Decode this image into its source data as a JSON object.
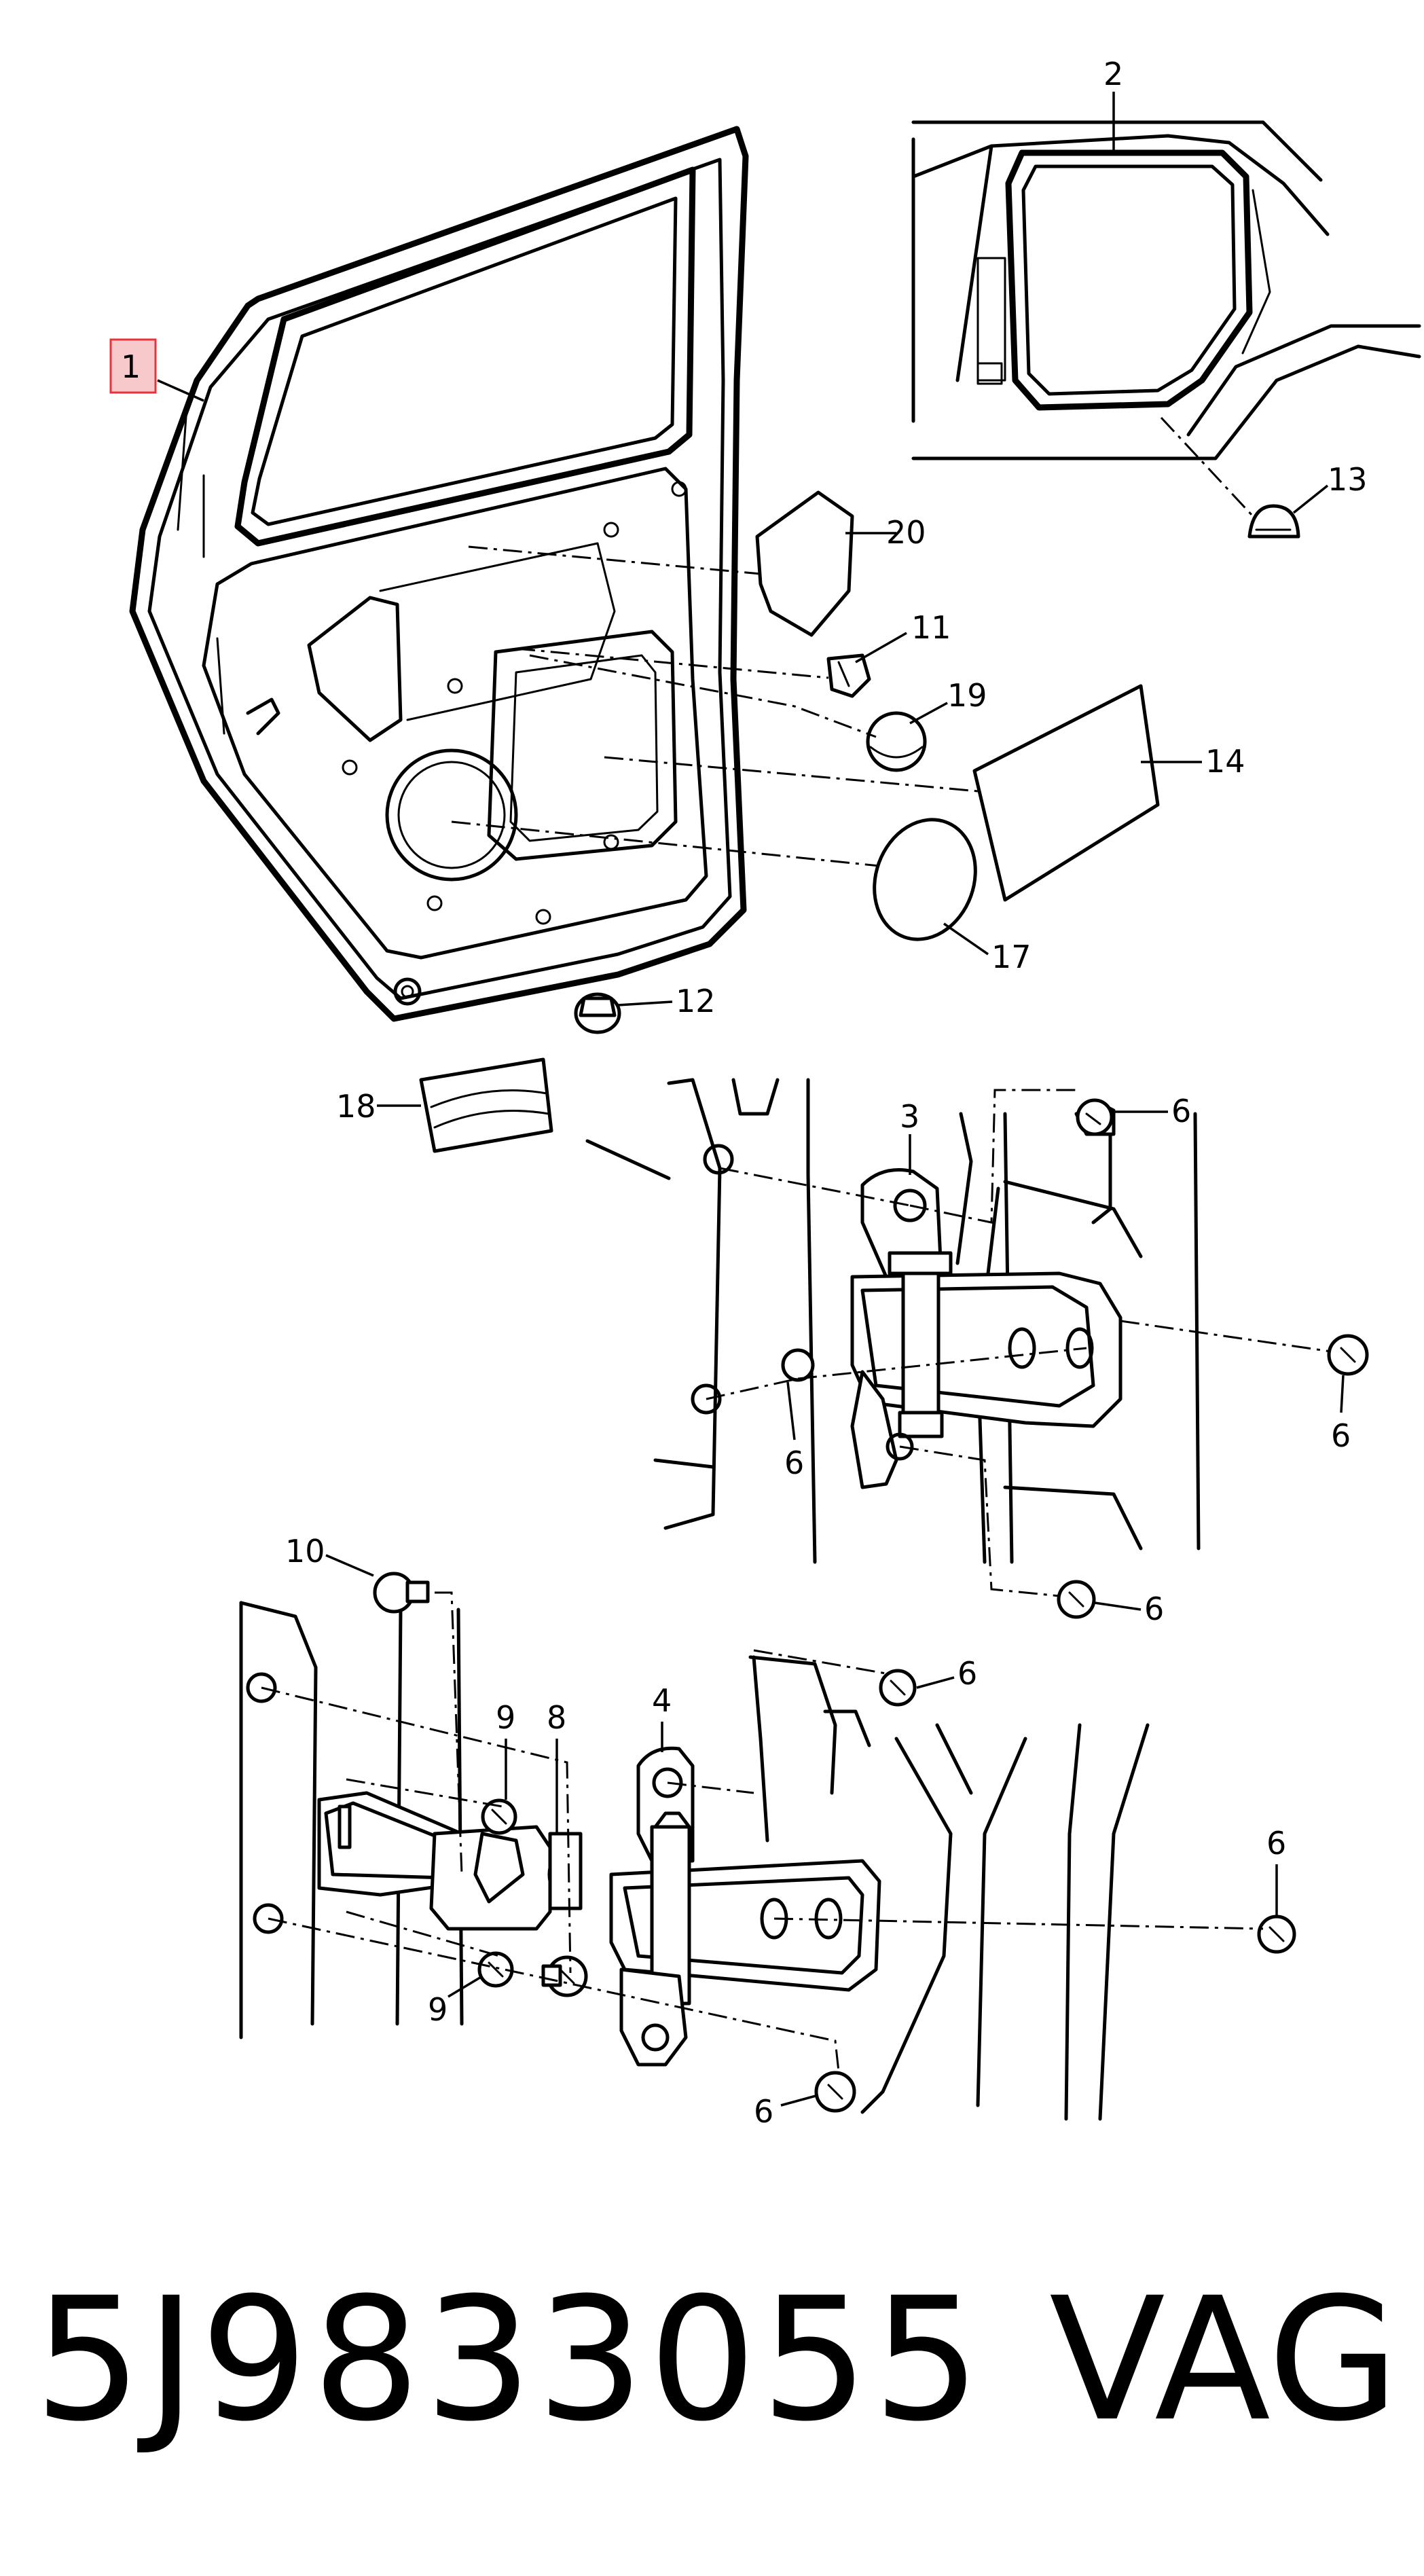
{
  "callouts": [
    {
      "id": "c1",
      "label": "1",
      "highlight_color": "#e8323c"
    },
    {
      "id": "c2",
      "label": "2"
    },
    {
      "id": "c13",
      "label": "13"
    },
    {
      "id": "c20",
      "label": "20"
    },
    {
      "id": "c11",
      "label": "11"
    },
    {
      "id": "c19",
      "label": "19"
    },
    {
      "id": "c14",
      "label": "14"
    },
    {
      "id": "c17",
      "label": "17"
    },
    {
      "id": "c12",
      "label": "12"
    },
    {
      "id": "c18",
      "label": "18"
    },
    {
      "id": "c3",
      "label": "3"
    },
    {
      "id": "c6a",
      "label": "6"
    },
    {
      "id": "c6b",
      "label": "6"
    },
    {
      "id": "c6c",
      "label": "6"
    },
    {
      "id": "c6d",
      "label": "6"
    },
    {
      "id": "c10",
      "label": "10"
    },
    {
      "id": "c9a",
      "label": "9"
    },
    {
      "id": "c8",
      "label": "8"
    },
    {
      "id": "c4",
      "label": "4"
    },
    {
      "id": "c6e",
      "label": "6"
    },
    {
      "id": "c6f",
      "label": "6"
    },
    {
      "id": "c9b",
      "label": "9"
    },
    {
      "id": "c6g",
      "label": "6"
    }
  ],
  "footer": {
    "part_number": "5J9833055",
    "brand": "VAG"
  }
}
